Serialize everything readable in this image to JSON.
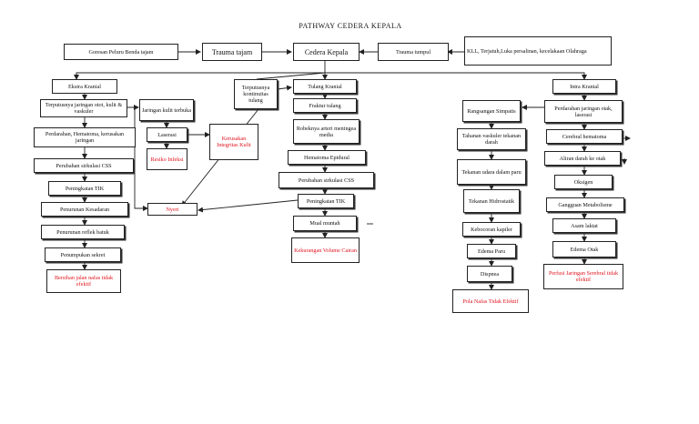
{
  "title": "PATHWAY CEDERA KEPALA",
  "colors": {
    "line": "#222222",
    "text": "#111111",
    "red": "#e0141e"
  },
  "nodes": {
    "goresan": "Goresan Peluru Benda tajam",
    "trauma_tajam": "Trauma tajam",
    "cedera_kepala": "Cedera Kepala",
    "trauma_tumpul": "Trauma tumpul",
    "kll": "KLL, Terjatuh,Luka persalinan, kecelakaan Olahraga",
    "ekstra": "Ekstra Kranial",
    "terputusnya_jaringan": "Terputusnya jaringan otot, kulit & vaskuler",
    "jaringan_kulit": "Jaringan kulit terbuka",
    "laserasi": "Laserasi",
    "kerusakan_integritas": "Kerusakan Integritas Kulit",
    "resiko_infeksi": "Resiko Infeksi",
    "perdarahan_hematoma": "Perdarahan, Hematoma, kerusakan jaringan",
    "perubahan_css_left": "Perubahan sirkulasi CSS",
    "peningkatan_tik_left": "Peningkatan TIK",
    "penurunan_kesadaran": "Penurunan Kesadaran",
    "penurunan_reflek": "Penurunan reflek batuk",
    "penumpukan_sekret": "Penumpukan sekret",
    "bersihan_jalan": "Bersihan jalan nafas tidak efektif",
    "nyeri": "Nyeri",
    "terputusnya_kontinuitas": "Terputusnya kontinuitas tulang",
    "tulang_kranial": "Tulang Kranial",
    "fraktur_tulang": "Fraktur tulang",
    "robeknya_arteri": "Robeknya arteri meningea media",
    "hematoma_epidural": "Hematoma Epidural",
    "perubahan_css_mid": "Perubahan sirkulasi CSS",
    "peningkatan_tik_mid": "Peningkatan TIK",
    "mual_muntah": "Mual muntah",
    "kekurangan_volume": "Kekurangan Volume Cairan",
    "intra": "Intra Kranial",
    "rangsangan_simpatis": "Rangsangan Simpatis",
    "perdarahan_jaringan_otak": "Perdarahan jaringan otak, laserasi",
    "tahanan_vaskuler": "Tahanan vaskuler tekanan darah",
    "cerebral_hematoma": "Cerebral hematoma",
    "tekanan_udara": "Tekanan udara dalam paru",
    "aliran_darah_otak": "Aliran darah ke otak",
    "tekanan_hidrostatik": "Tekanan Hidrostatik",
    "oksigen": "Oksigen",
    "kebocoran_kapiler": "Kebocoran kapiler",
    "gangguan_metabolisme": "Gangguan Metabolisme",
    "asam_laktat": "Asam laktat",
    "edema_paru": "Edema Paru",
    "edema_otak": "Edema Otak",
    "dispnea": "Dispnea",
    "perfusi_jaringan": "Perfusi Jaringan Serebral tidak efektif",
    "pola_nafas": "Pola Nafas Tidak Efektif"
  }
}
